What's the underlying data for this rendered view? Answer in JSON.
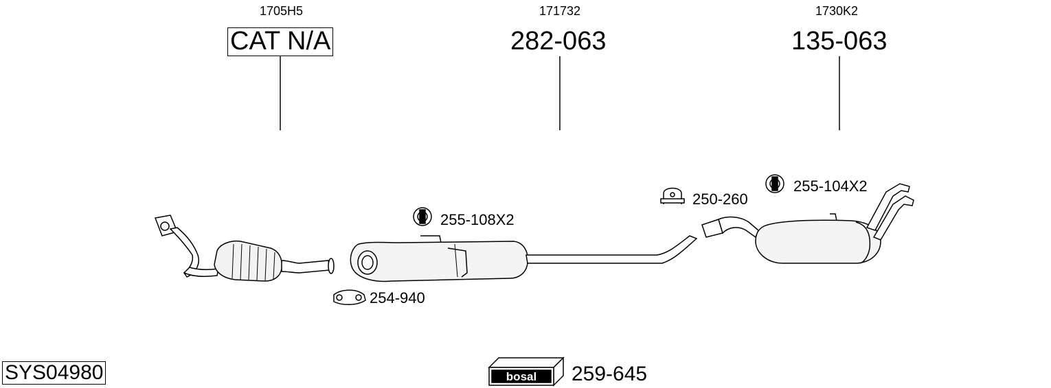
{
  "components": [
    {
      "id": "catalyst",
      "code": "1705H5",
      "part": "CAT N/A",
      "boxed": true
    },
    {
      "id": "middle-silencer",
      "code": "171732",
      "part": "282-063",
      "boxed": false
    },
    {
      "id": "rear-silencer",
      "code": "1730K2",
      "part": "135-063",
      "boxed": false
    }
  ],
  "fittings": [
    {
      "id": "rubber-mount-mid",
      "part": "255-108X2",
      "icon": "rubber-mount-icon"
    },
    {
      "id": "clamp-front",
      "part": "254-940",
      "icon": "exhaust-clamp-icon"
    },
    {
      "id": "clamp-rear",
      "part": "250-260",
      "icon": "u-bolt-clamp-icon"
    },
    {
      "id": "rubber-mount-rear",
      "part": "255-104X2",
      "icon": "rubber-mount-icon"
    }
  ],
  "system_code": "SYS04980",
  "fitting_kit": {
    "brand": "bosal",
    "part": "259-645",
    "icon": "bosal-box-icon"
  }
}
